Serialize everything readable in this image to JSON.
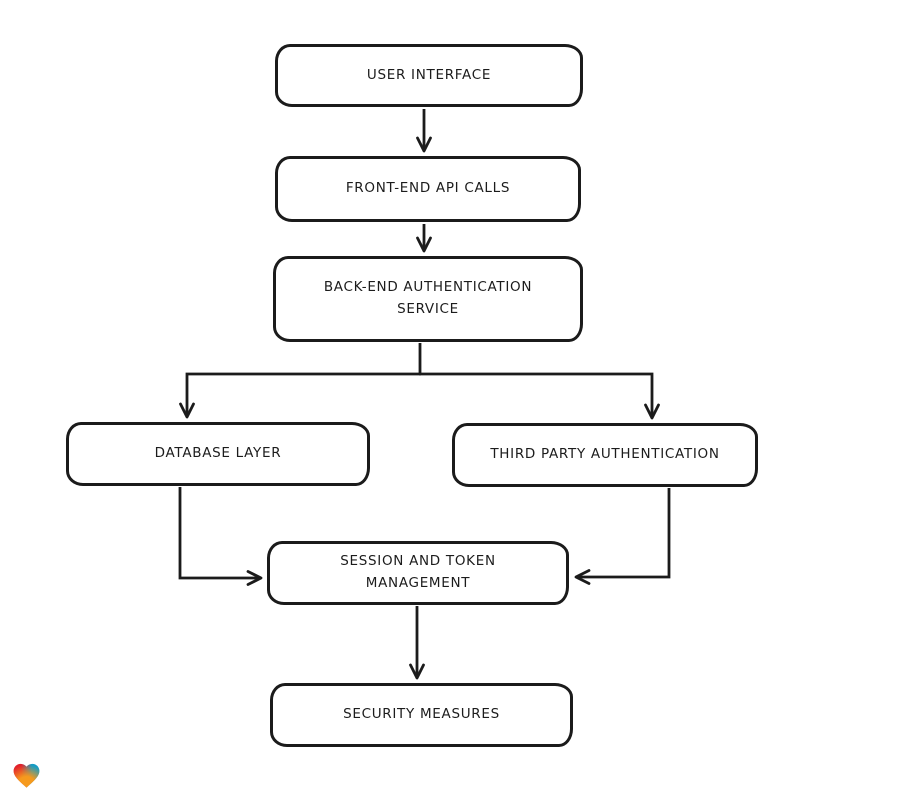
{
  "diagram": {
    "type": "flowchart",
    "nodes": [
      {
        "id": "user-interface",
        "label": "USER INTERFACE"
      },
      {
        "id": "front-end-api-calls",
        "label": "FRONT-END API CALLS"
      },
      {
        "id": "back-end-authentication-service",
        "label": "BACK-END AUTHENTICATION SERVICE"
      },
      {
        "id": "database-layer",
        "label": "DATABASE LAYER"
      },
      {
        "id": "third-party-authentication",
        "label": "THIRD PARTY AUTHENTICATION"
      },
      {
        "id": "session-and-token-management",
        "label": "SESSION AND TOKEN MANAGEMENT"
      },
      {
        "id": "security-measures",
        "label": "SECURITY MEASURES"
      }
    ],
    "edges": [
      {
        "from": "user-interface",
        "to": "front-end-api-calls"
      },
      {
        "from": "front-end-api-calls",
        "to": "back-end-authentication-service"
      },
      {
        "from": "back-end-authentication-service",
        "to": "database-layer"
      },
      {
        "from": "back-end-authentication-service",
        "to": "third-party-authentication"
      },
      {
        "from": "database-layer",
        "to": "session-and-token-management"
      },
      {
        "from": "third-party-authentication",
        "to": "session-and-token-management"
      },
      {
        "from": "session-and-token-management",
        "to": "security-measures"
      }
    ],
    "style": {
      "stroke_color": "#1b1b1b",
      "node_fill": "#ffffff",
      "background": "#ffffff"
    }
  },
  "logo": {
    "name": "eraser-heart-logo",
    "colors": {
      "red": "#e2202c",
      "orange": "#f69a1d",
      "teal": "#149cc5"
    }
  }
}
